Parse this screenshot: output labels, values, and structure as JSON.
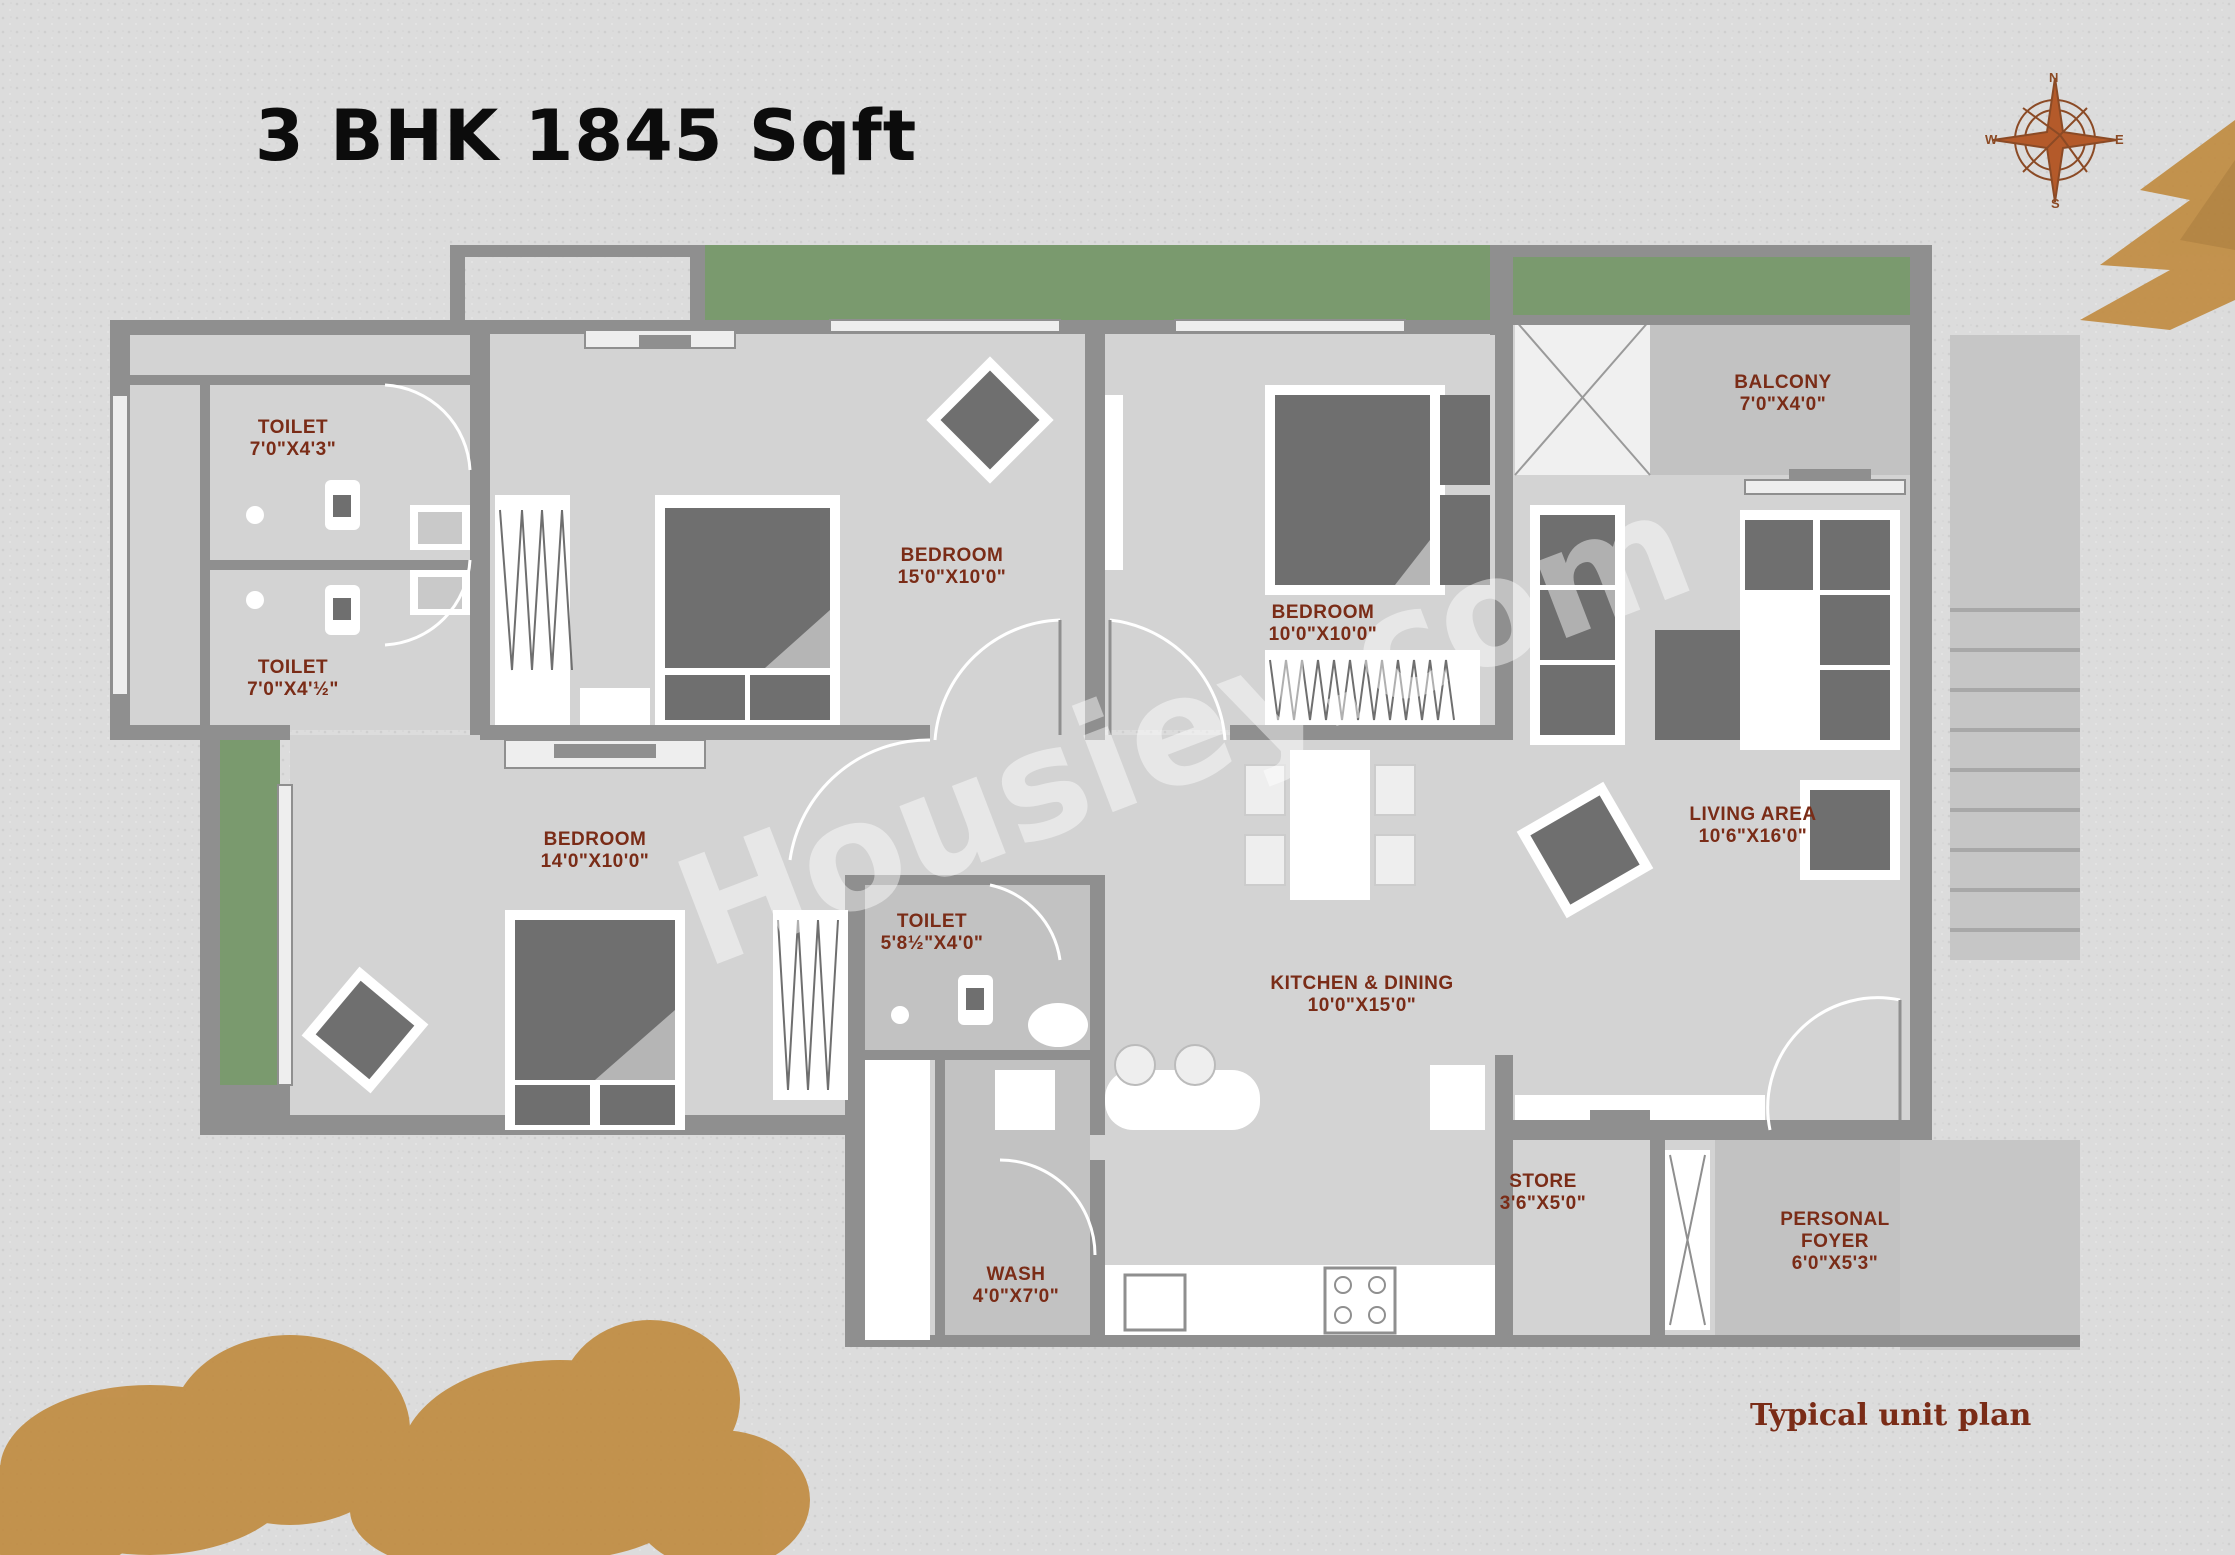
{
  "title": "3 BHK 1845 Sqft",
  "caption": "Typical  unit plan",
  "watermark": "Housiey.com",
  "compass": {
    "n": "N",
    "s": "S",
    "e": "E",
    "w": "W"
  },
  "rooms": [
    {
      "id": "toilet-1",
      "name": "TOILET",
      "size": "7'0\"X4'3\""
    },
    {
      "id": "toilet-2",
      "name": "TOILET",
      "size": "7'0\"X4'½\""
    },
    {
      "id": "bedroom-1",
      "name": "BEDROOM",
      "size": "15'0\"X10'0\""
    },
    {
      "id": "bedroom-2",
      "name": "BEDROOM",
      "size": "10'0\"X10'0\""
    },
    {
      "id": "bedroom-3",
      "name": "BEDROOM",
      "size": "14'0\"X10'0\""
    },
    {
      "id": "balcony",
      "name": "BALCONY",
      "size": "7'0\"X4'0\""
    },
    {
      "id": "living-area",
      "name": "LIVING AREA",
      "size": "10'6\"X16'0\""
    },
    {
      "id": "toilet-3",
      "name": "TOILET",
      "size": "5'8½\"X4'0\""
    },
    {
      "id": "kitchen-dining",
      "name": "KITCHEN & DINING",
      "size": "10'0\"X15'0\""
    },
    {
      "id": "store",
      "name": "STORE",
      "size": "3'6\"X5'0\""
    },
    {
      "id": "wash",
      "name": "WASH",
      "size": "4'0\"X7'0\""
    },
    {
      "id": "personal-foyer",
      "name": "PERSONAL FOYER",
      "size": "6'0\"X5'3\""
    }
  ],
  "colors": {
    "background": "#dcdcdc",
    "wall": "#8f8f8f",
    "floor": "#d3d3d3",
    "furniture": "#6f6f6f",
    "garden": "#7a9a6e",
    "label": "#7a2c17",
    "tree": "#c08a3e"
  }
}
